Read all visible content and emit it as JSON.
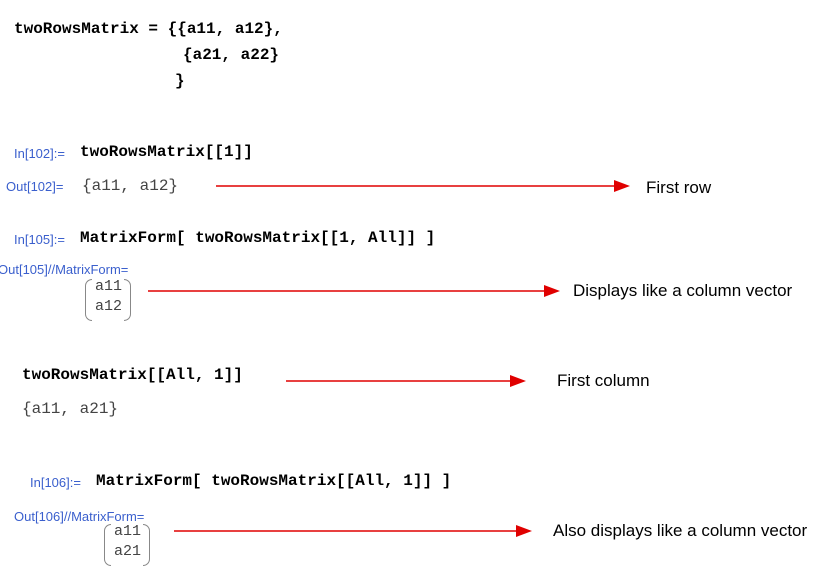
{
  "definition": {
    "line1": "twoRowsMatrix = {{a11, a12},",
    "line2": "{a21, a22}",
    "line3": "}"
  },
  "cells": [
    {
      "in_label": "In[102]:=",
      "input": "twoRowsMatrix[[1]]",
      "out_label": "Out[102]=",
      "output": "{a11, a12}",
      "note": "First row"
    },
    {
      "in_label": "In[105]:=",
      "input": "MatrixForm[ twoRowsMatrix[[1, All]] ]",
      "out_label": "Out[105]//MatrixForm=",
      "matrix": [
        "a11",
        "a12"
      ],
      "note": "Displays like a column vector"
    },
    {
      "input": "twoRowsMatrix[[All, 1]]",
      "output": "{a11, a21}",
      "note": "First column"
    },
    {
      "in_label": "In[106]:=",
      "input": "MatrixForm[ twoRowsMatrix[[All, 1]] ]",
      "out_label": "Out[106]//MatrixForm=",
      "matrix": [
        "a11",
        "a21"
      ],
      "note": "Also displays like a column vector"
    }
  ],
  "colors": {
    "arrow": "#e00000",
    "label": "#3a5fcd"
  }
}
